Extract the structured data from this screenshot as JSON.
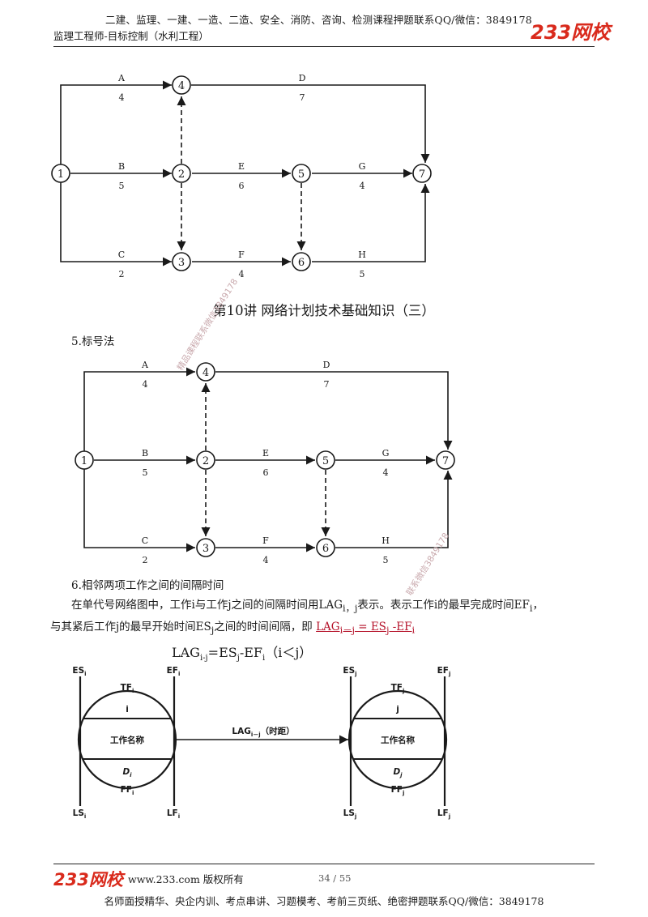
{
  "header": {
    "promo": "二建、监理、一建、一造、二造、安全、消防、咨询、检测课程押题联系QQ/微信：3849178",
    "course": "监理工程师-目标控制（水利工程）",
    "logo_text": "233网校"
  },
  "network": {
    "nodes": [
      "1",
      "2",
      "3",
      "4",
      "5",
      "6",
      "7"
    ],
    "activities": [
      {
        "name": "A",
        "duration": "4"
      },
      {
        "name": "B",
        "duration": "5"
      },
      {
        "name": "C",
        "duration": "2"
      },
      {
        "name": "D",
        "duration": "7"
      },
      {
        "name": "E",
        "duration": "6"
      },
      {
        "name": "F",
        "duration": "4"
      },
      {
        "name": "G",
        "duration": "4"
      },
      {
        "name": "H",
        "duration": "5"
      }
    ]
  },
  "lecture_title": "第10讲  网络计划技术基础知识（三）",
  "section5_heading": "5.标号法",
  "section6_heading": "6.相邻两项工作之间的间隔时间",
  "paragraph": {
    "line1_a": "在单代号网络图中，工作i与工作j之间的间隔时间用LAG",
    "line1_sub": "i，j",
    "line1_b": "表示。表示工作i的最早完成时间EF",
    "line1_sub2": "i",
    "line1_c": "，",
    "line2_a": "与其紧后工作j的最早开始时间ES",
    "line2_sub": "j",
    "line2_b": "之间的时间间隔，即 ",
    "red_a": "LAG",
    "red_sub_a": "i－j",
    "red_b": " = ES",
    "red_sub_b": "j",
    "red_c": " -EF",
    "red_sub_c": "i"
  },
  "formula": {
    "lag": "LAG",
    "lag_sub": "i-j",
    "eq": "=ES",
    "es_sub": "j",
    "minus": "-EF",
    "ef_sub": "i",
    "cond": "（i＜j）"
  },
  "node_diagram": {
    "left": {
      "es": "ES",
      "ef": "EF",
      "ls": "LS",
      "lf": "LF",
      "tf": "TF",
      "ff": "FF",
      "d": "D",
      "idx": "i",
      "sub": "i",
      "work_name": "工作名称"
    },
    "right": {
      "es": "ES",
      "ef": "EF",
      "ls": "LS",
      "lf": "LF",
      "tf": "TF",
      "ff": "FF",
      "d": "D",
      "idx": "j",
      "sub": "j",
      "work_name": "工作名称"
    },
    "link_label": "LAG",
    "link_sub": "i－j",
    "link_suffix": "（时距）"
  },
  "watermarks": [
    "精品课程联系微信3849178",
    "联系微信3849178"
  ],
  "footer": {
    "logo_text": "233网校",
    "site": "www.233.com 版权所有",
    "page": "34 / 55",
    "promo": "名师面授精华、央企内训、考点串讲、习题模考、考前三页纸、绝密押题联系QQ/微信：3849178"
  }
}
